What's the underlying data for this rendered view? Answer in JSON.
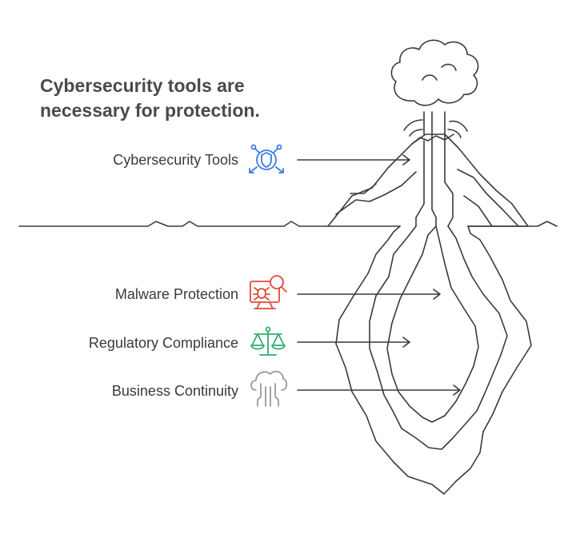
{
  "title": "Cybersecurity tools are necessary for protection.",
  "items": [
    {
      "label": "Cybersecurity Tools",
      "icon": "shield-network-icon",
      "color": "#3b7be0"
    },
    {
      "label": "Malware Protection",
      "icon": "malware-scan-icon",
      "color": "#e04b3b"
    },
    {
      "label": "Regulatory Compliance",
      "icon": "scales-icon",
      "color": "#2fae6a"
    },
    {
      "label": "Business Continuity",
      "icon": "cloud-circuit-icon",
      "color": "#9a9a9a"
    }
  ]
}
